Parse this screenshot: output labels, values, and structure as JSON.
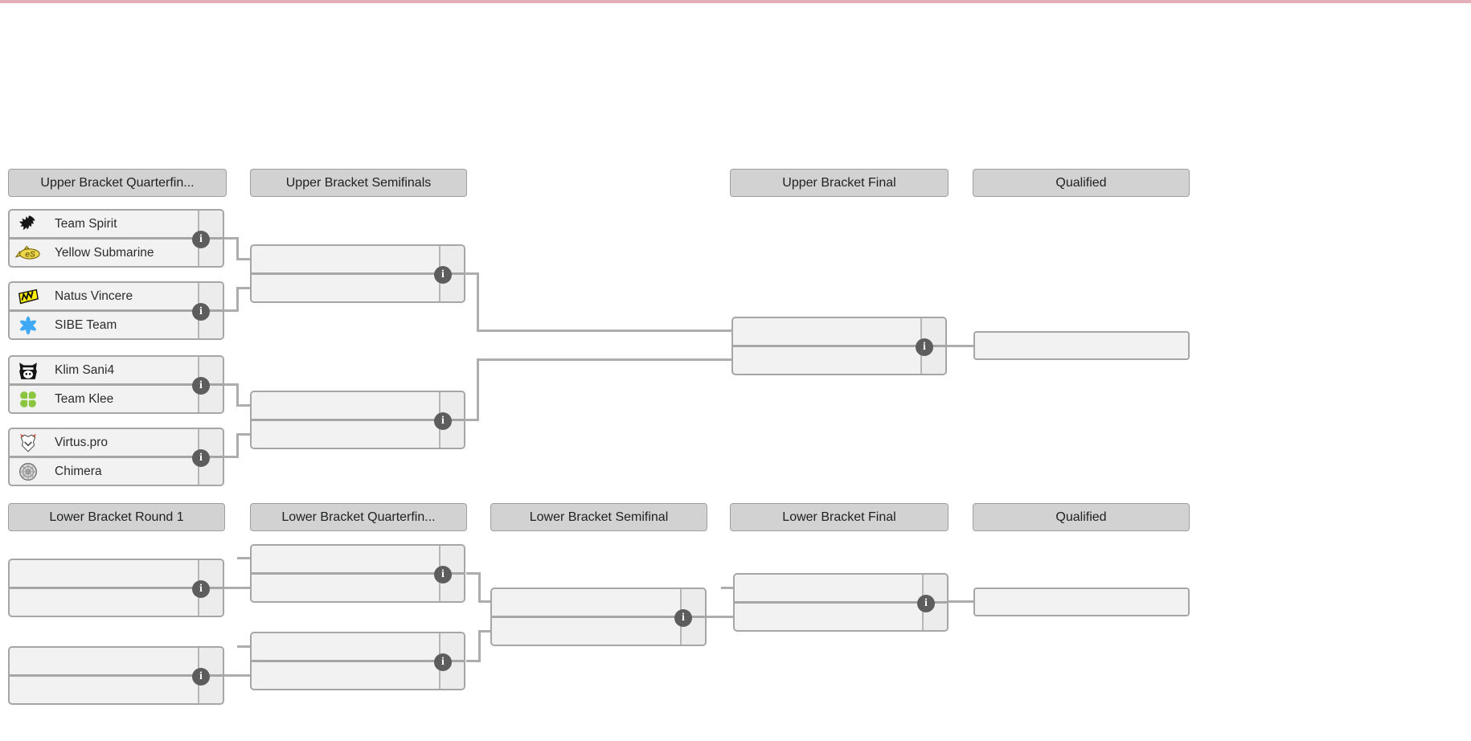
{
  "page": {
    "top_accent_color": "#e4aeb8",
    "background_color": "#ffffff"
  },
  "glyphs": {
    "info": "i"
  },
  "upper_bracket": {
    "round_headers": [
      {
        "label": "Upper Bracket Quarterfin..."
      },
      {
        "label": "Upper Bracket Semifinals"
      },
      {
        "label": "Upper Bracket Final"
      },
      {
        "label": "Qualified"
      }
    ],
    "quarterfinals": [
      {
        "teams": [
          {
            "name": "Team Spirit",
            "icon": "team-spirit-logo"
          },
          {
            "name": "Yellow Submarine",
            "icon": "yellow-submarine-logo"
          }
        ]
      },
      {
        "teams": [
          {
            "name": "Natus Vincere",
            "icon": "natus-vincere-logo"
          },
          {
            "name": "SIBE Team",
            "icon": "sibe-team-logo"
          }
        ]
      },
      {
        "teams": [
          {
            "name": "Klim Sani4",
            "icon": "klim-sani4-logo"
          },
          {
            "name": "Team Klee",
            "icon": "team-klee-logo"
          }
        ]
      },
      {
        "teams": [
          {
            "name": "Virtus.pro",
            "icon": "virtus-pro-logo"
          },
          {
            "name": "Chimera",
            "icon": "chimera-logo"
          }
        ]
      }
    ]
  },
  "lower_bracket": {
    "round_headers": [
      {
        "label": "Lower Bracket Round 1"
      },
      {
        "label": "Lower Bracket Quarterfin..."
      },
      {
        "label": "Lower Bracket Semifinal"
      },
      {
        "label": "Lower Bracket Final"
      },
      {
        "label": "Qualified"
      }
    ]
  }
}
